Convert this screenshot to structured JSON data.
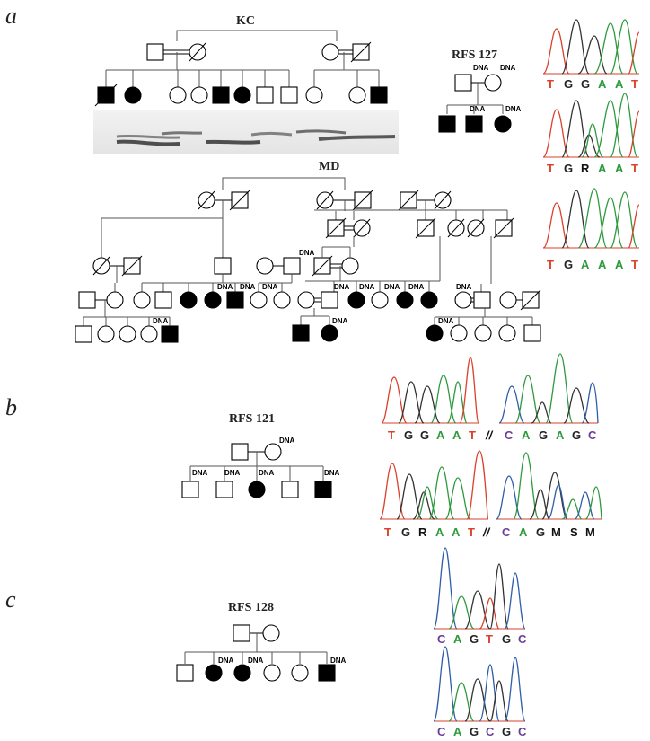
{
  "panels": {
    "a": "a",
    "b": "b",
    "c": "c"
  },
  "families": {
    "kc": "KC",
    "md": "MD",
    "rfs127": "RFS 127",
    "rfs121": "RFS 121",
    "rfs128": "RFS 128"
  },
  "dna_label": "DNA",
  "colors": {
    "T": "#d9412b",
    "G": "#222222",
    "A": "#2e9a3e",
    "C": "#2f5ea8",
    "ambig": "#111111",
    "slash_sep": "#111111",
    "affected": "#000000",
    "unaffected": "#ffffff"
  },
  "sequences": {
    "a1": [
      "T",
      "G",
      "G",
      "A",
      "A",
      "T"
    ],
    "a2": [
      "T",
      "G",
      "R",
      "A",
      "A",
      "T"
    ],
    "a3": [
      "T",
      "G",
      "A",
      "A",
      "A",
      "T"
    ],
    "b1_left": [
      "T",
      "G",
      "G",
      "A",
      "A",
      "T"
    ],
    "b1_sep": "//",
    "b1_right": [
      "C",
      "A",
      "G",
      "A",
      "G",
      "C"
    ],
    "b2_left": [
      "T",
      "G",
      "R",
      "A",
      "A",
      "T"
    ],
    "b2_sep": "//",
    "b2_right": [
      "C",
      "A",
      "G",
      "M",
      "S",
      "M"
    ],
    "c1": [
      "C",
      "A",
      "G",
      "T",
      "G",
      "C"
    ],
    "c2": [
      "C",
      "A",
      "G",
      "C",
      "G",
      "C"
    ]
  }
}
